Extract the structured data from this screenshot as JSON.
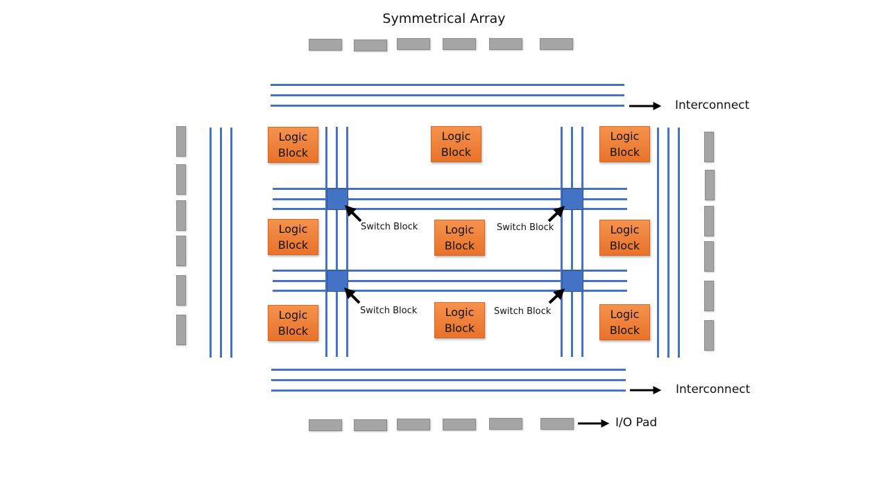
{
  "title": "Symmetrical Array",
  "logic_block": {
    "line1": "Logic",
    "line2": "Block"
  },
  "switch_block_label": "Switch Block",
  "interconnect_label": "Interconnect",
  "io_pad_label": "I/O Pad",
  "colors": {
    "wire": "#4472c4",
    "switch_block": "#4472c4",
    "logic_block": "#ed7d31",
    "io_pad": "#a5a5a5",
    "arrow": "#000000"
  }
}
